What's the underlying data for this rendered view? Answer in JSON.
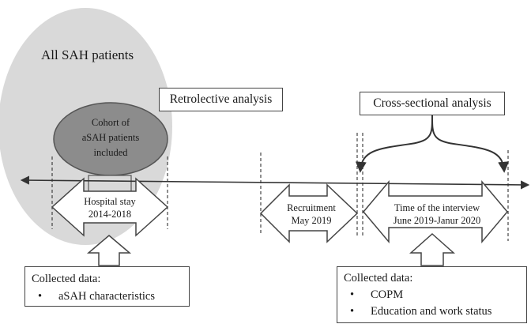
{
  "population": {
    "all_patients_label": "All SAH patients",
    "cohort_line1": "Cohort of",
    "cohort_line2": "aSAH patients",
    "cohort_line3": "included"
  },
  "analyses": {
    "retrolective": "Retrolective analysis",
    "cross_sectional": "Cross-sectional analysis"
  },
  "periods": {
    "hospital_line1": "Hospital stay",
    "hospital_line2": "2014-2018",
    "recruitment_line1": "Recruitment",
    "recruitment_line2": "May 2019",
    "interview_line1": "Time of the interview",
    "interview_line2": "June 2019-Janur 2020"
  },
  "collected_left": {
    "title": "Collected data:",
    "items": [
      "aSAH characteristics"
    ]
  },
  "collected_right": {
    "title": "Collected data:",
    "items": [
      "COPM",
      "Education and work status"
    ]
  },
  "colors": {
    "outer_ellipse": "#d9d9d9",
    "cohort_ellipse": "#8c8c8c",
    "stroke": "#444444"
  }
}
